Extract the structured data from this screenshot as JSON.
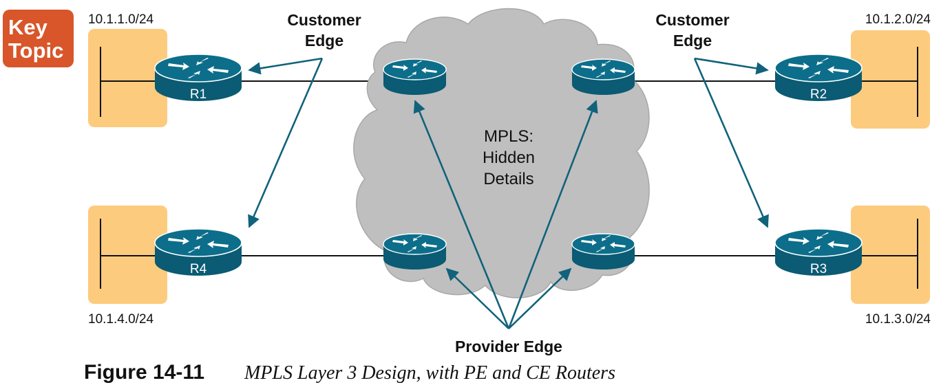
{
  "key_topic": {
    "line1": "Key",
    "line2": "Topic"
  },
  "sites": {
    "r1": {
      "name": "R1",
      "subnet": "10.1.1.0/24"
    },
    "r2": {
      "name": "R2",
      "subnet": "10.1.2.0/24"
    },
    "r3": {
      "name": "R3",
      "subnet": "10.1.3.0/24"
    },
    "r4": {
      "name": "R4",
      "subnet": "10.1.4.0/24"
    }
  },
  "callouts": {
    "ce_left": {
      "line1": "Customer",
      "line2": "Edge"
    },
    "ce_right": {
      "line1": "Customer",
      "line2": "Edge"
    },
    "pe": "Provider Edge"
  },
  "cloud": {
    "line1": "MPLS:",
    "line2": "Hidden",
    "line3": "Details"
  },
  "caption": {
    "number": "Figure 14-11",
    "text": "MPLS Layer 3 Design, with PE and CE Routers"
  },
  "colors": {
    "router": "#0a5b73",
    "router_top": "#0c6e8a",
    "site": "#fdcb7d",
    "cloud": "#bfbfbf",
    "arrow": "#11627a",
    "badge": "#d8562a"
  }
}
